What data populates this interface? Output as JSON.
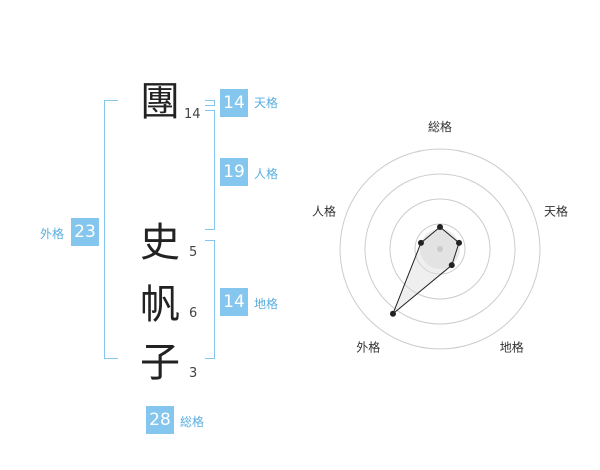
{
  "characters": [
    {
      "char": "團",
      "strokes": "14"
    },
    {
      "char": "史",
      "strokes": "5"
    },
    {
      "char": "帆",
      "strokes": "6"
    },
    {
      "char": "子",
      "strokes": "3"
    }
  ],
  "fortunes": {
    "tenkaku": {
      "value": "14",
      "label": "天格"
    },
    "jinkaku": {
      "value": "19",
      "label": "人格"
    },
    "chikaku": {
      "value": "14",
      "label": "地格"
    },
    "gaikaku": {
      "value": "23",
      "label": "外格"
    },
    "soukaku": {
      "value": "28",
      "label": "総格"
    }
  },
  "colors": {
    "accent": "#85c6ee",
    "label": "#5aaee0"
  },
  "chart_data": {
    "type": "radar",
    "axes": [
      "総格",
      "天格",
      "地格",
      "外格",
      "人格"
    ],
    "values": [
      0.22,
      0.2,
      0.2,
      0.8,
      0.2
    ],
    "rings": 4,
    "range": [
      0,
      1
    ]
  }
}
